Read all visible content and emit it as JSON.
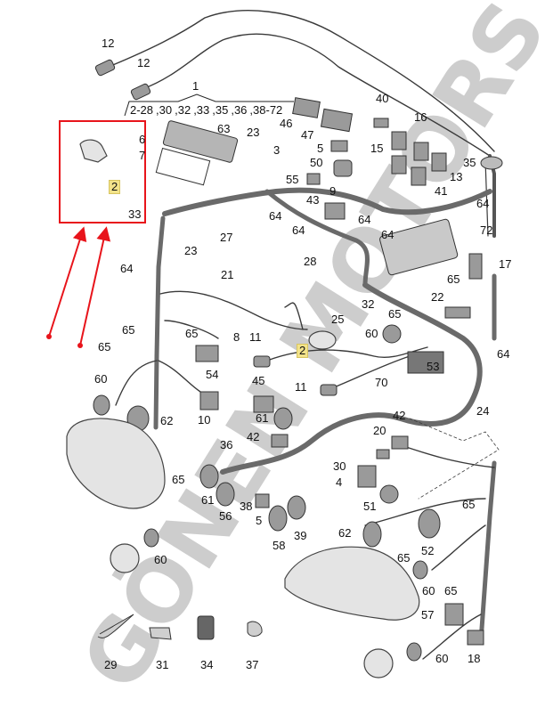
{
  "diagram": {
    "title_part": "1",
    "range_labels": [
      "2-28",
      ",30",
      ",32",
      ",33",
      ",35",
      ",36",
      ",38-72"
    ],
    "highlighted_part": "2",
    "watermark": "GÖNEN MOTORS",
    "colors": {
      "highlight": "#f3e38a",
      "selection": "#e8141b",
      "watermark": "#bdbdbd",
      "line": "#333333"
    },
    "callouts": [
      {
        "id": "c12a",
        "text": "12"
      },
      {
        "id": "c12b",
        "text": "12"
      },
      {
        "id": "c6",
        "text": "6"
      },
      {
        "id": "c7",
        "text": "7"
      },
      {
        "id": "c63",
        "text": "63"
      },
      {
        "id": "c23a",
        "text": "23"
      },
      {
        "id": "c3",
        "text": "3"
      },
      {
        "id": "c46",
        "text": "46"
      },
      {
        "id": "c47",
        "text": "47"
      },
      {
        "id": "c40",
        "text": "40"
      },
      {
        "id": "c16",
        "text": "16"
      },
      {
        "id": "c5a",
        "text": "5"
      },
      {
        "id": "c15",
        "text": "15"
      },
      {
        "id": "c50",
        "text": "50"
      },
      {
        "id": "c35",
        "text": "35"
      },
      {
        "id": "c13",
        "text": "13"
      },
      {
        "id": "c55",
        "text": "55"
      },
      {
        "id": "c41",
        "text": "41"
      },
      {
        "id": "c9",
        "text": "9"
      },
      {
        "id": "c43",
        "text": "43"
      },
      {
        "id": "c64a",
        "text": "64"
      },
      {
        "id": "c64b",
        "text": "64"
      },
      {
        "id": "c64c",
        "text": "64"
      },
      {
        "id": "c64d",
        "text": "64"
      },
      {
        "id": "c64e",
        "text": "64"
      },
      {
        "id": "c72",
        "text": "72"
      },
      {
        "id": "c33",
        "text": "33"
      },
      {
        "id": "c27",
        "text": "27"
      },
      {
        "id": "c28",
        "text": "28"
      },
      {
        "id": "c17",
        "text": "17"
      },
      {
        "id": "c64f",
        "text": "64"
      },
      {
        "id": "c23b",
        "text": "23"
      },
      {
        "id": "c21",
        "text": "21"
      },
      {
        "id": "c65a",
        "text": "65"
      },
      {
        "id": "c22",
        "text": "22"
      },
      {
        "id": "c32",
        "text": "32"
      },
      {
        "id": "c25",
        "text": "25"
      },
      {
        "id": "c65b",
        "text": "65"
      },
      {
        "id": "c65c",
        "text": "65"
      },
      {
        "id": "c65d",
        "text": "65"
      },
      {
        "id": "c8",
        "text": "8"
      },
      {
        "id": "c11a",
        "text": "11"
      },
      {
        "id": "c60a",
        "text": "60"
      },
      {
        "id": "c65e",
        "text": "65"
      },
      {
        "id": "c54",
        "text": "54"
      },
      {
        "id": "c53",
        "text": "53"
      },
      {
        "id": "c64g",
        "text": "64"
      },
      {
        "id": "c60b",
        "text": "60"
      },
      {
        "id": "c11b",
        "text": "11"
      },
      {
        "id": "c45",
        "text": "45"
      },
      {
        "id": "c70",
        "text": "70"
      },
      {
        "id": "c10",
        "text": "10"
      },
      {
        "id": "c24",
        "text": "24"
      },
      {
        "id": "c62a",
        "text": "62"
      },
      {
        "id": "c61a",
        "text": "61"
      },
      {
        "id": "c42a",
        "text": "42"
      },
      {
        "id": "c42b",
        "text": "42"
      },
      {
        "id": "c20",
        "text": "20"
      },
      {
        "id": "c36",
        "text": "36"
      },
      {
        "id": "c30",
        "text": "30"
      },
      {
        "id": "c4",
        "text": "4"
      },
      {
        "id": "c65f",
        "text": "65"
      },
      {
        "id": "c61b",
        "text": "61"
      },
      {
        "id": "c56",
        "text": "56"
      },
      {
        "id": "c38",
        "text": "38"
      },
      {
        "id": "c5b",
        "text": "5"
      },
      {
        "id": "c51",
        "text": "51"
      },
      {
        "id": "c65g",
        "text": "65"
      },
      {
        "id": "c58",
        "text": "58"
      },
      {
        "id": "c39",
        "text": "39"
      },
      {
        "id": "c62b",
        "text": "62"
      },
      {
        "id": "c52",
        "text": "52"
      },
      {
        "id": "c65h",
        "text": "65"
      },
      {
        "id": "c60c",
        "text": "60"
      },
      {
        "id": "c60d",
        "text": "60"
      },
      {
        "id": "c65i",
        "text": "65"
      },
      {
        "id": "c57",
        "text": "57"
      },
      {
        "id": "c29",
        "text": "29"
      },
      {
        "id": "c31",
        "text": "31"
      },
      {
        "id": "c34",
        "text": "34"
      },
      {
        "id": "c37",
        "text": "37"
      },
      {
        "id": "c60e",
        "text": "60"
      },
      {
        "id": "c18",
        "text": "18"
      }
    ]
  }
}
